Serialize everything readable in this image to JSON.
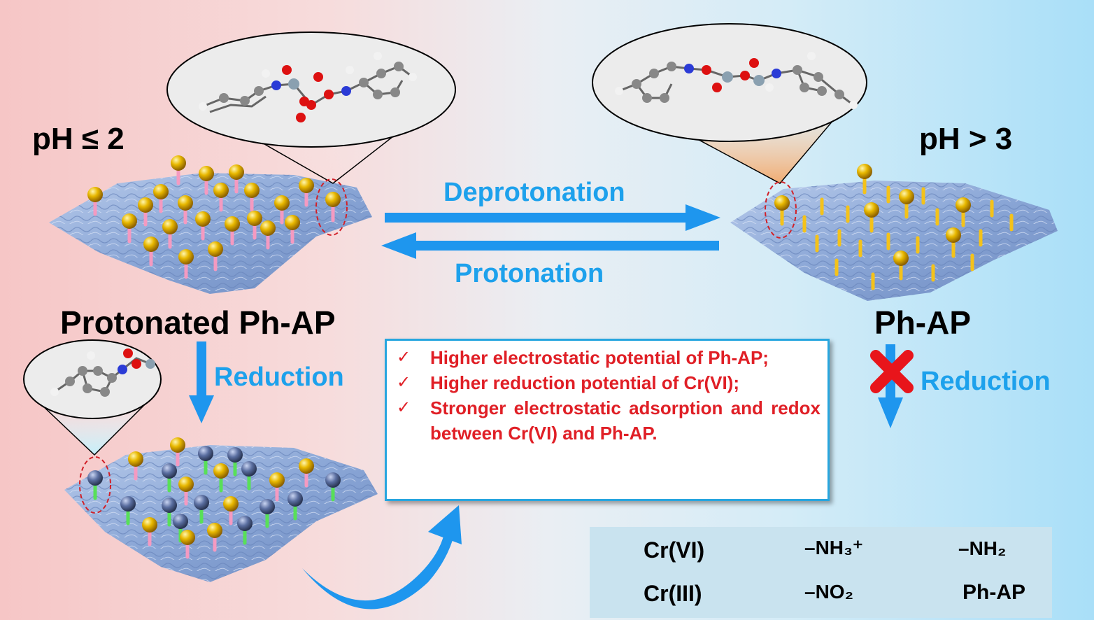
{
  "left_state": {
    "ph_label": "pH ≤ 2",
    "name": "Protonated Ph-AP"
  },
  "right_state": {
    "ph_label": "pH  >  3",
    "name": "Ph-AP"
  },
  "arrows": {
    "forward": "Deprotonation",
    "backward": "Protonation",
    "left_down": "Reduction",
    "right_down": "Reduction"
  },
  "notes": [
    "Higher electrostatic potential of Ph-AP;",
    "Higher reduction potential of Cr(VI);",
    "Stronger electrostatic adsorption and redox between Cr(VI) and Ph-AP."
  ],
  "legend": {
    "cr6": "Cr(VI)",
    "cr3": "Cr(III)",
    "nh3": "–NH₃⁺",
    "nh2": "–NH₂",
    "no2": "–NO₂",
    "sheet": "Ph-AP"
  },
  "colors": {
    "arrow_blue": "#1e96ee",
    "label_blue": "#1da1ec",
    "note_red": "#e01f26",
    "nh3_pink": "#f49ac1",
    "nh2_yellow": "#f4c21a",
    "no2_green": "#58e058",
    "cr6_gold": "#d9a300",
    "cr3_slate": "#5a6ea0",
    "sheet_blue": "#8aa6d6",
    "cross_red": "#e8151b"
  }
}
